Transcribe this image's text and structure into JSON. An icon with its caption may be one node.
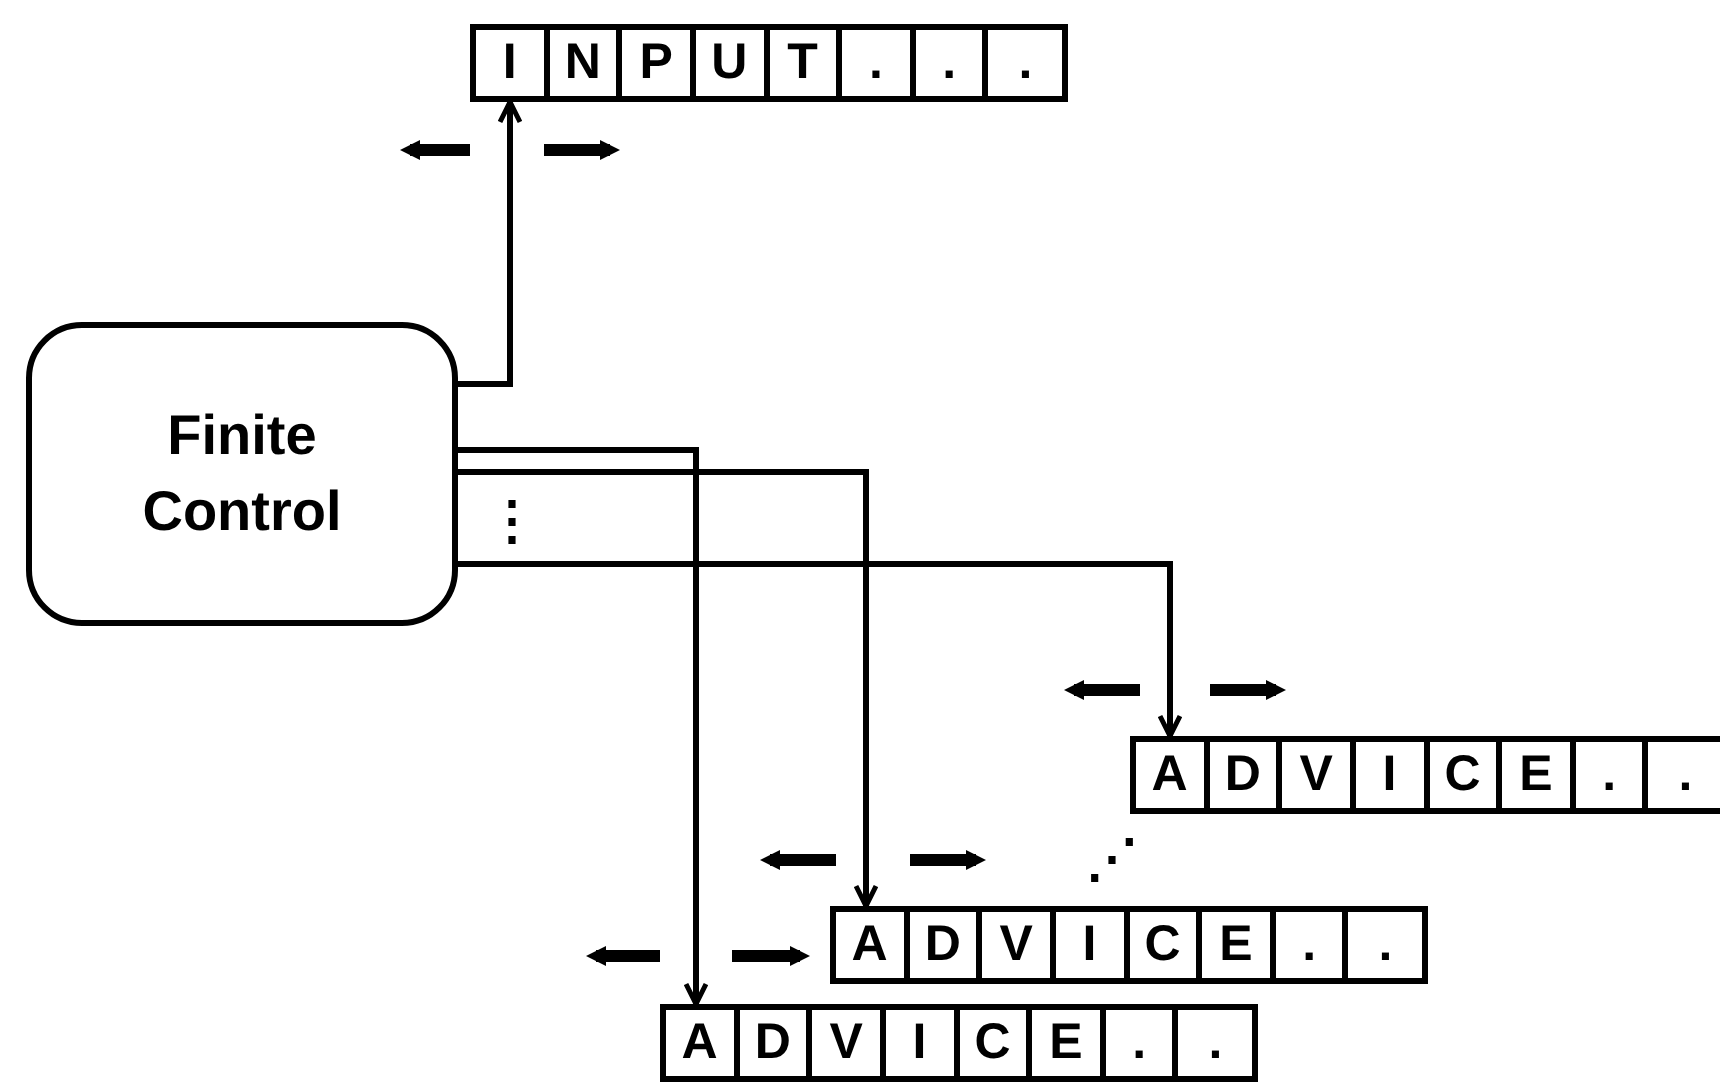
{
  "diagram": {
    "nodes": [
      {
        "text": [
          "Finite Control"
        ]
      },
      {
        "text": [
          "I",
          "N",
          "P",
          "U",
          "T",
          ".",
          ".",
          "."
        ]
      },
      {
        "text": [
          "A",
          "D",
          "V",
          "I",
          "C",
          "E",
          ".",
          "."
        ]
      },
      {
        "text": [
          "A",
          "D",
          "V",
          "I",
          "C",
          "E",
          ".",
          "."
        ]
      },
      {
        "text": [
          "A",
          "D",
          "V",
          "I",
          "C",
          "E",
          ".",
          "."
        ]
      }
    ],
    "edges": [
      {
        "from": 0,
        "to": 1,
        "arrow": "to"
      },
      {
        "from": 0,
        "to": 4,
        "arrow": "to"
      },
      {
        "from": 0,
        "to": 3,
        "arrow": "to"
      },
      {
        "from": 0,
        "to": 2,
        "arrow": "to"
      }
    ],
    "labels": [
      "⋮",
      "⋰"
    ]
  }
}
